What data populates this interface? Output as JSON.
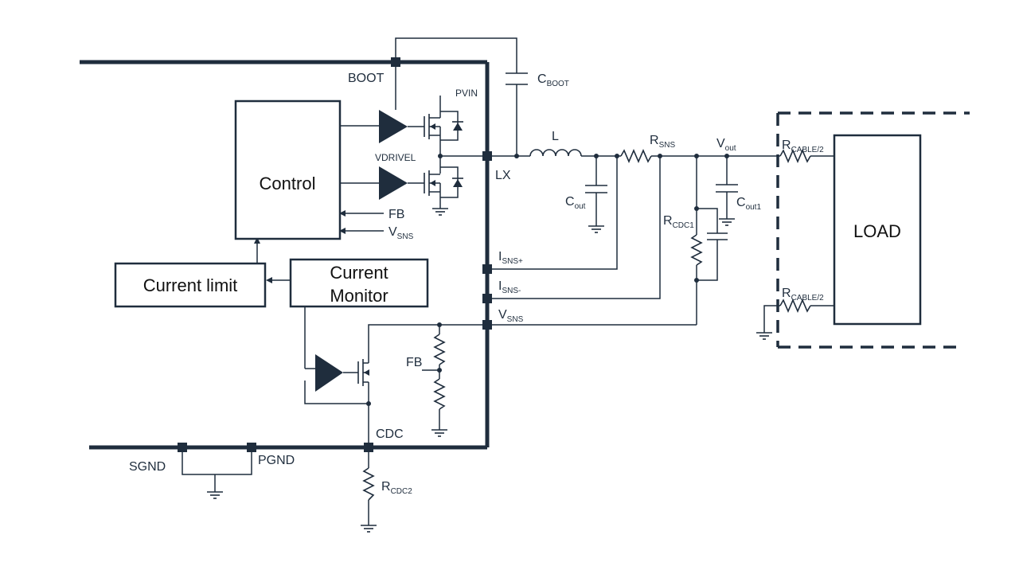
{
  "blocks": {
    "control": "Control",
    "current_limit": "Current limit",
    "current_monitor_1": "Current",
    "current_monitor_2": "Monitor",
    "load": "LOAD"
  },
  "pins": {
    "boot": "BOOT",
    "lx": "LX",
    "isns_plus": "I",
    "isns_plus_sub": "SNS+",
    "isns_minus": "I",
    "isns_minus_sub": "SNS-",
    "vsns": "V",
    "vsns_sub": "SNS",
    "cdc": "CDC",
    "sgnd": "SGND",
    "pgnd": "PGND"
  },
  "internal": {
    "pvin": "PVIN",
    "vdrivel": "VDRIVEL",
    "fb_input": "FB",
    "vsns_input": "V",
    "vsns_input_sub": "SNS",
    "fb_divider": "FB"
  },
  "components": {
    "cboot": "C",
    "cboot_sub": "BOOT",
    "inductor": "L",
    "rsns": "R",
    "rsns_sub": "SNS",
    "vout": "V",
    "vout_sub": "out",
    "cout": "C",
    "cout_sub": "out",
    "cout1": "C",
    "cout1_sub": "out1",
    "rcdc1": "R",
    "rcdc1_sub": "CDC1",
    "rcdc2": "R",
    "rcdc2_sub": "CDC2",
    "rcable_top": "R",
    "rcable_top_sub": "CABLE/2",
    "rcable_bottom": "R",
    "rcable_bottom_sub": "CABLE/2"
  }
}
